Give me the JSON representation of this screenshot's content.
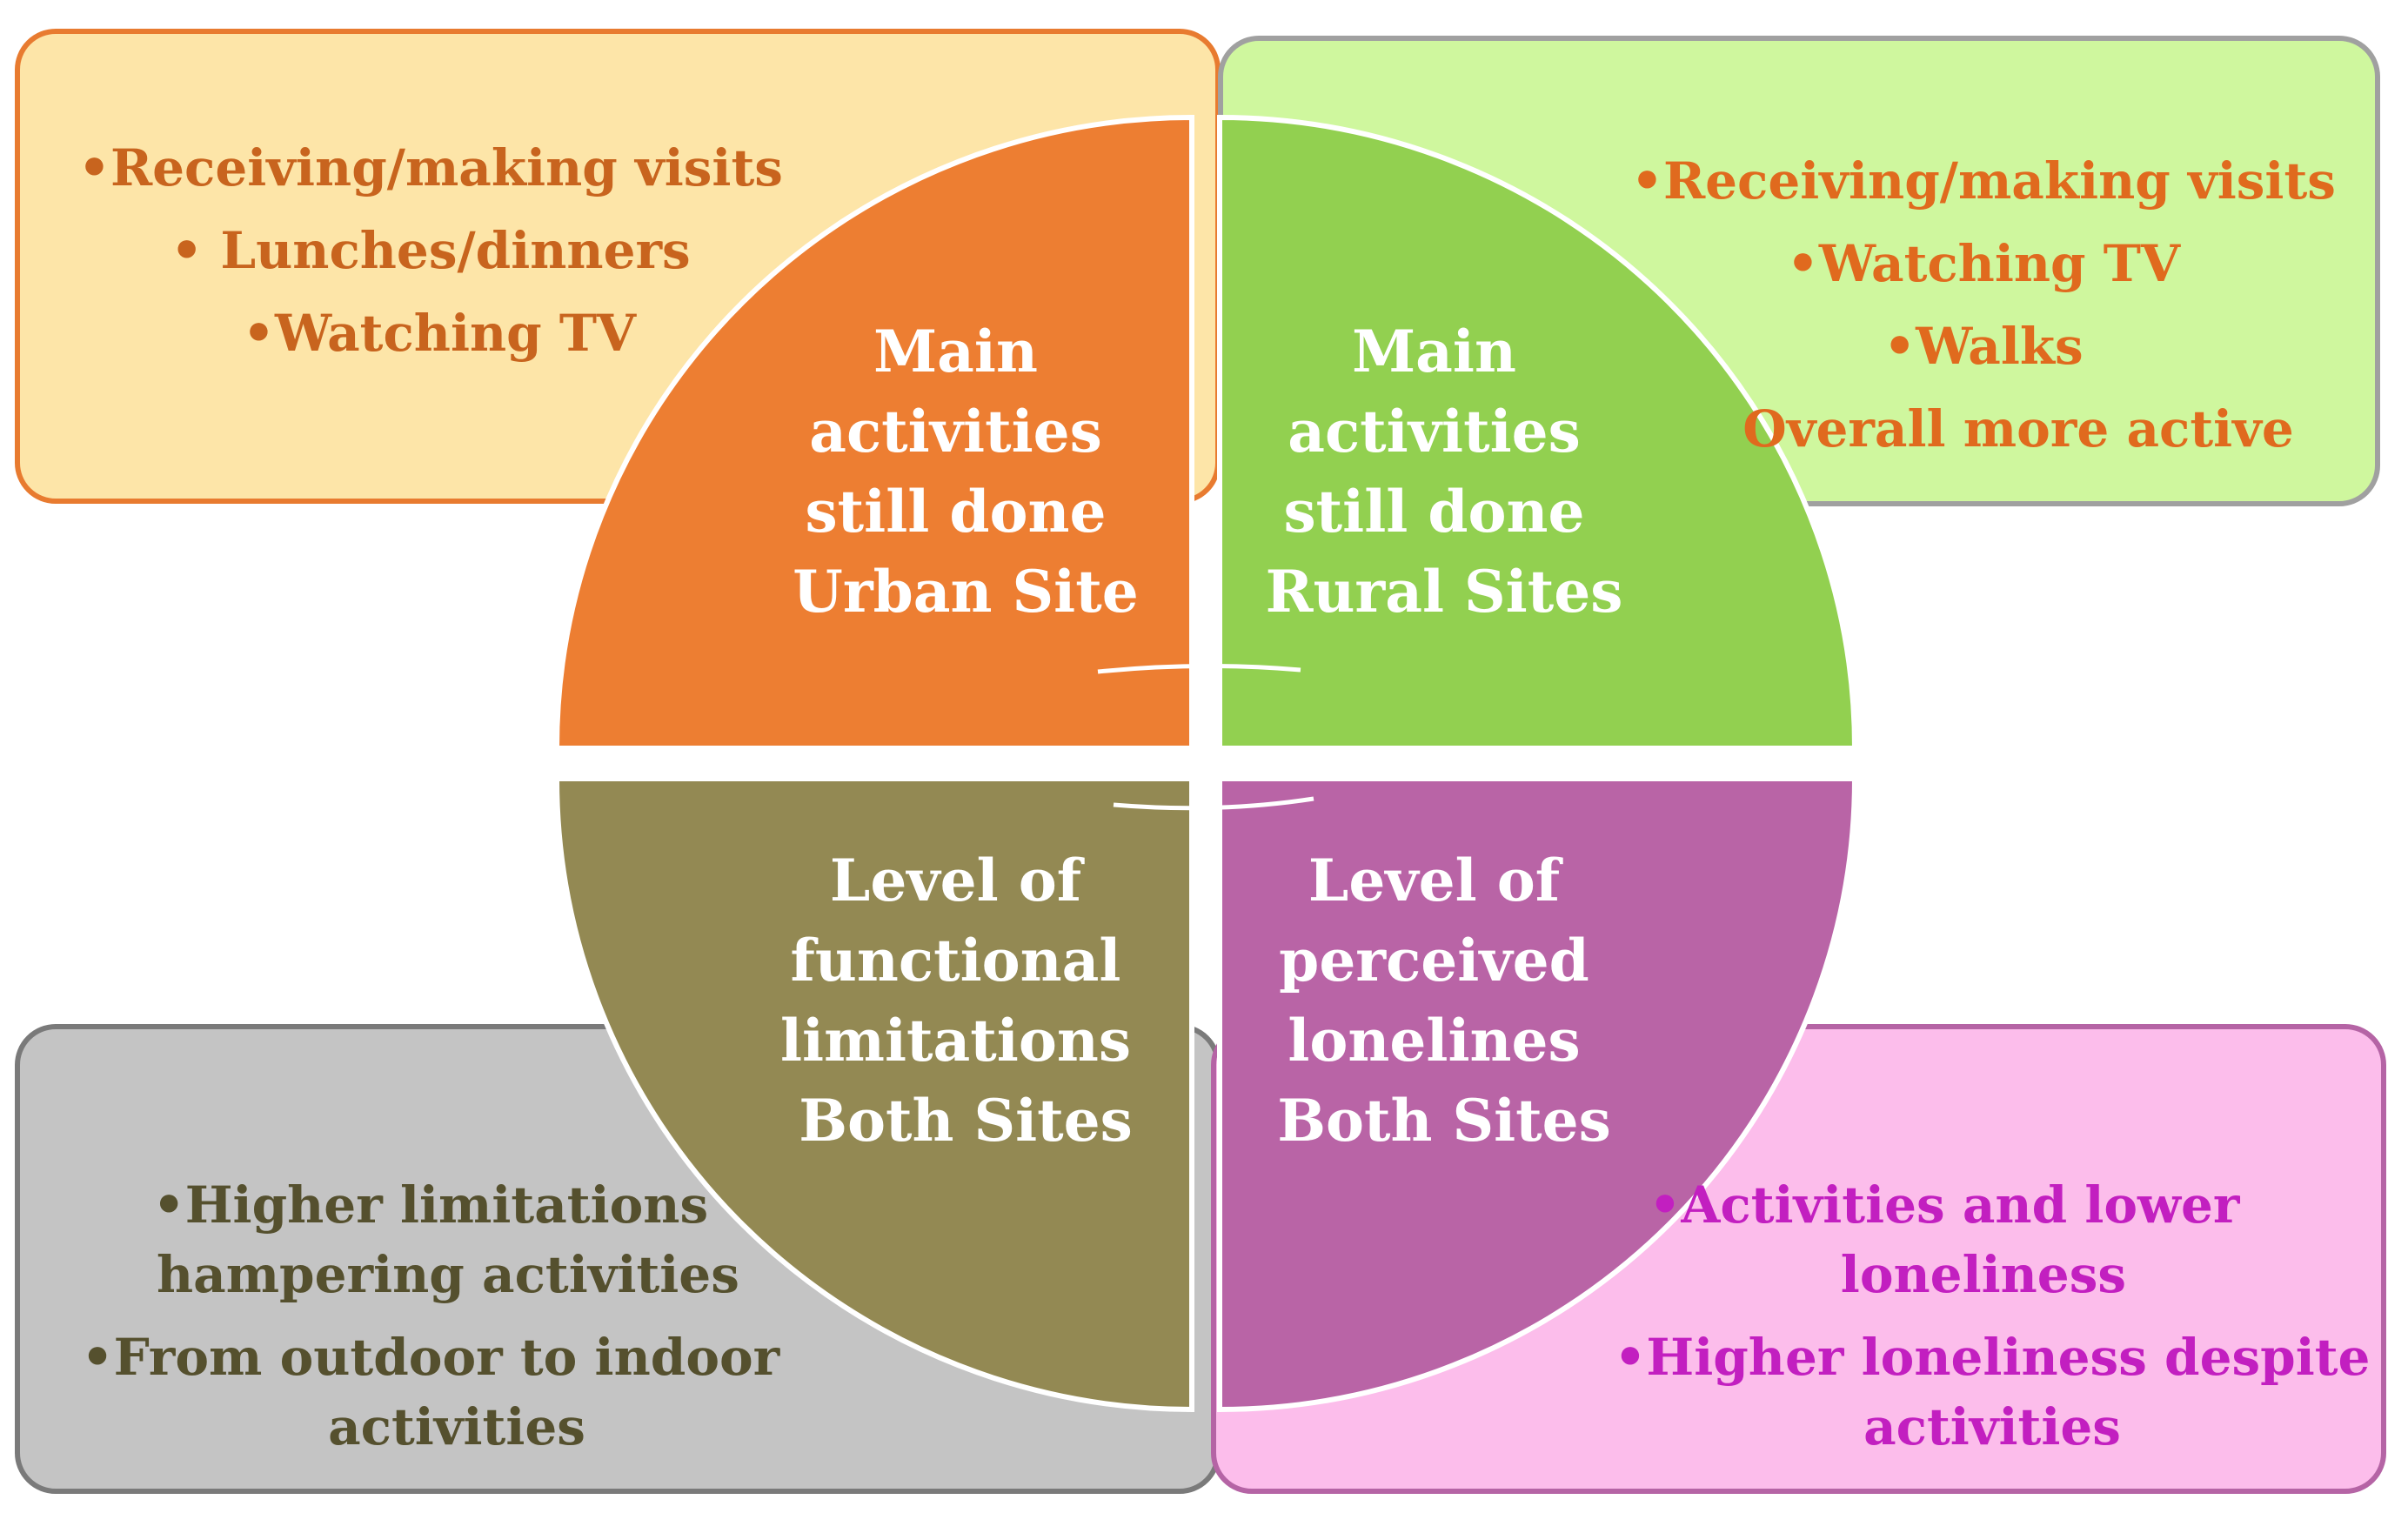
{
  "colors": {
    "urban_box_fill": "#FDE5A8",
    "urban_box_border": "#E87B30",
    "urban_text": "#C8641E",
    "rural_box_fill": "#CFF79E",
    "rural_box_border": "#A0A0A0",
    "rural_text": "#E06A1E",
    "functional_box_fill": "#C4C4C4",
    "functional_box_border": "#7A7A7A",
    "functional_text": "#55502E",
    "lonely_box_fill": "#FCBDEB",
    "lonely_box_border": "#B564A5",
    "lonely_text": "#C21FC0",
    "quad_urban": "#ED7E32",
    "quad_rural": "#92D050",
    "quad_functional": "#938953",
    "quad_lonely": "#B964A6",
    "quad_text": "#FFFFFF"
  },
  "quadrants": {
    "urban": {
      "lines": [
        "Main",
        "activities",
        "still done",
        "Urban Site"
      ]
    },
    "rural": {
      "lines": [
        "Main",
        "activities",
        "still done",
        "Rural Sites"
      ]
    },
    "functional": {
      "lines": [
        "Level of",
        "functional",
        "limitations",
        "Both Sites"
      ]
    },
    "lonely": {
      "lines": [
        "Level of",
        "perceived",
        "lonelines",
        "Both Sites"
      ]
    }
  },
  "boxes": {
    "urban": {
      "lines": [
        "•Receiving/making visits",
        "• Lunches/dinners",
        "•Watching TV"
      ]
    },
    "rural": {
      "lines": [
        "•Receiving/making visits",
        "•Watching TV",
        "•Walks",
        "Overall more active"
      ]
    },
    "functional": {
      "lines": [
        "•Higher limitations",
        "hampering activities",
        "•From outdoor to indoor",
        "activities"
      ]
    },
    "lonely": {
      "lines": [
        "•Activities and lower",
        "loneliness",
        "•Higher loneliness despite",
        "activities"
      ]
    }
  }
}
